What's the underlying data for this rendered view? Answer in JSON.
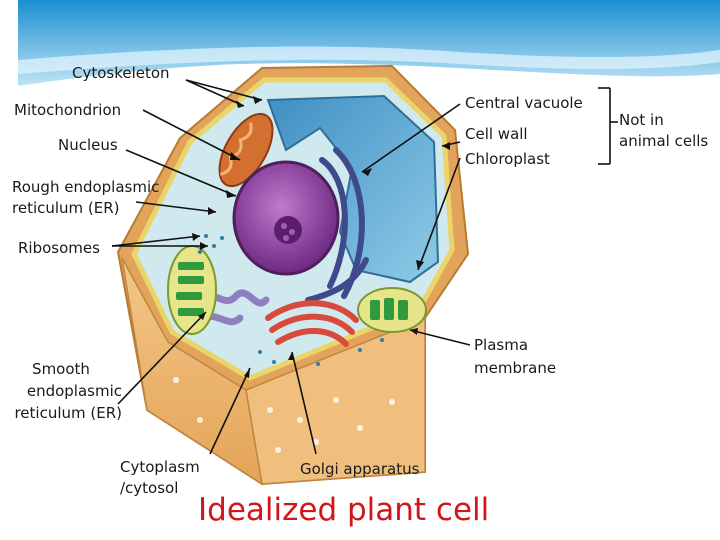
{
  "labels": {
    "cytoskeleton": "Cytoskeleton",
    "mitochondrion": "Mitochondrion",
    "nucleus": "Nucleus",
    "rough_er_1": "Rough endoplasmic",
    "rough_er_2": "reticulum (ER)",
    "ribosomes": "Ribosomes",
    "smooth_er_1": "Smooth",
    "smooth_er_2": "endoplasmic",
    "smooth_er_3": "reticulum (ER)",
    "cytoplasm_1": "Cytoplasm",
    "cytoplasm_2": "/cytosol",
    "golgi": "Golgi apparatus",
    "central_vacuole": "Central vacuole",
    "cell_wall": "Cell wall",
    "chloroplast": "Chloroplast",
    "plasma_1": "Plasma",
    "plasma_2": "membrane",
    "not_in_1": "Not in",
    "not_in_2": "animal cells"
  },
  "title": "Idealized plant cell",
  "colors": {
    "banner": "#2fa3dc",
    "title": "#d0161a",
    "cell_wall": "#e8b36a",
    "cytoplasm": "#cfe9ee",
    "vacuole": "#6fb6dc",
    "nucleus": "#8a3d97",
    "chloroplast": "#3aa34a"
  }
}
